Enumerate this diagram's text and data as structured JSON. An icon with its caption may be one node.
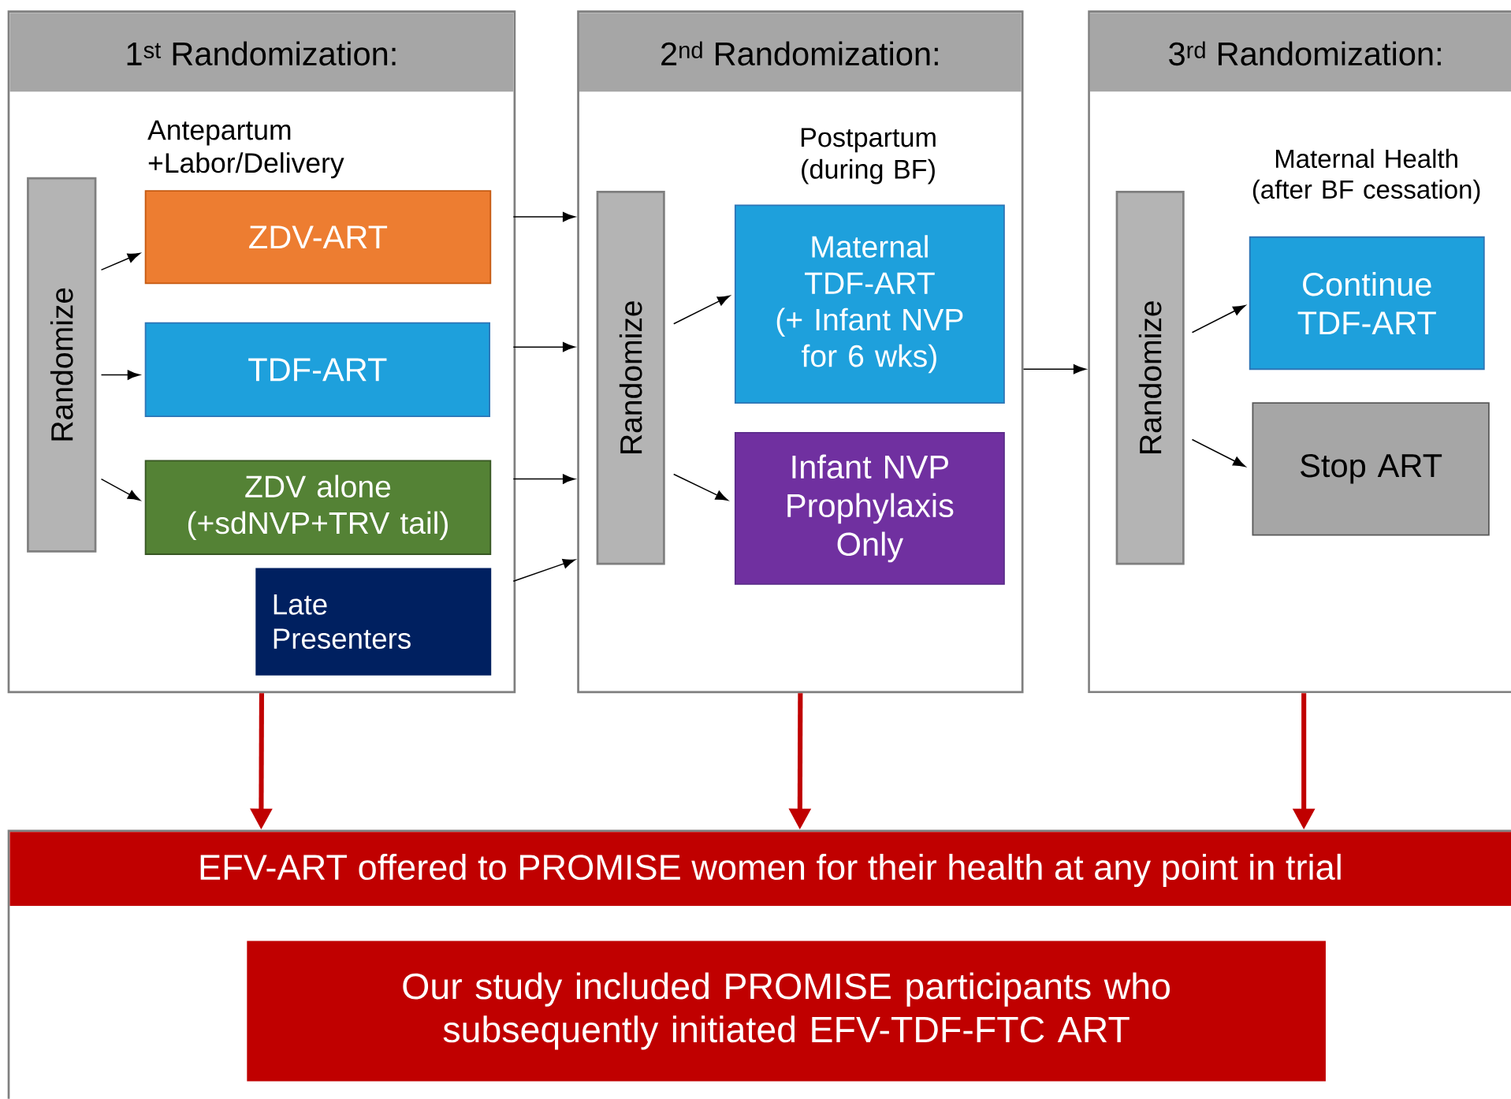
{
  "diagram": {
    "nodes": [
      {
        "text": [
          "1$^{st}$ Randomization:"
        ]
      },
      {
        "text": [
          "Randomize"
        ],
        "in": 0
      },
      {
        "text": [
          "ZDV-ART"
        ],
        "in": 0
      },
      {
        "text": [
          "TDF-ART"
        ],
        "in": 0
      },
      {
        "text": [
          "ZDV alone (+sdNVP+TRV tail)"
        ],
        "in": 0
      },
      {
        "text": [
          "Late Presenters"
        ],
        "in": 0
      },
      {
        "text": [
          "2$^{nd}$ Randomization:"
        ]
      },
      {
        "text": [
          "Randomize"
        ],
        "in": 6
      },
      {
        "text": [
          "Maternal TDF-ART",
          "(+ Infant NVP for 6 wks)"
        ],
        "in": 6
      },
      {
        "text": [
          "Infant NVP Prophylaxis Only"
        ],
        "in": 6
      },
      {
        "text": [
          "3$^{rd}$ Randomization:"
        ]
      },
      {
        "text": [
          "Randomize"
        ],
        "in": 10
      },
      {
        "text": [
          "Continue TDF-ART"
        ],
        "in": 10
      },
      {
        "text": [
          "Stop ART"
        ],
        "in": 10
      },
      {
        "text": [
          "EFV-ART offered to PROMISE women for their health at any point in trial"
        ]
      },
      {
        "text": [
          "Our study included PROMISE participants who subsequently initiated EFV-TDF-FTC ART"
        ],
        "in": 14
      }
    ],
    "edges": [
      {
        "from": 1,
        "to": 2,
        "arrow": "to"
      },
      {
        "from": 1,
        "to": 3,
        "arrow": "to"
      },
      {
        "from": 1,
        "to": 4,
        "arrow": "to"
      },
      {
        "from": 2,
        "to": 6,
        "arrow": "to"
      },
      {
        "from": 3,
        "to": 6,
        "arrow": "to"
      },
      {
        "from": 4,
        "to": 6,
        "arrow": "to"
      },
      {
        "from": 5,
        "to": 6,
        "arrow": "to"
      },
      {
        "from": 7,
        "to": 8,
        "arrow": "to"
      },
      {
        "from": 7,
        "to": 9,
        "arrow": "to"
      },
      {
        "from": 6,
        "to": 10,
        "arrow": "to"
      },
      {
        "from": 11,
        "to": 12,
        "arrow": "to"
      },
      {
        "from": 11,
        "to": 13,
        "arrow": "to"
      },
      {
        "from": 0,
        "to": 14,
        "arrow": "to",
        "style": "thick",
        "color": "#c00000"
      },
      {
        "from": 6,
        "to": 14,
        "arrow": "to",
        "style": "thick",
        "color": "#c00000"
      },
      {
        "from": 10,
        "to": 14,
        "arrow": "to",
        "style": "thick",
        "color": "#c00000"
      }
    ],
    "labels": [
      "Antepartum +Labor/Delivery",
      "Postpartum (during BF)",
      "Maternal Health (after BF cessation)"
    ]
  }
}
